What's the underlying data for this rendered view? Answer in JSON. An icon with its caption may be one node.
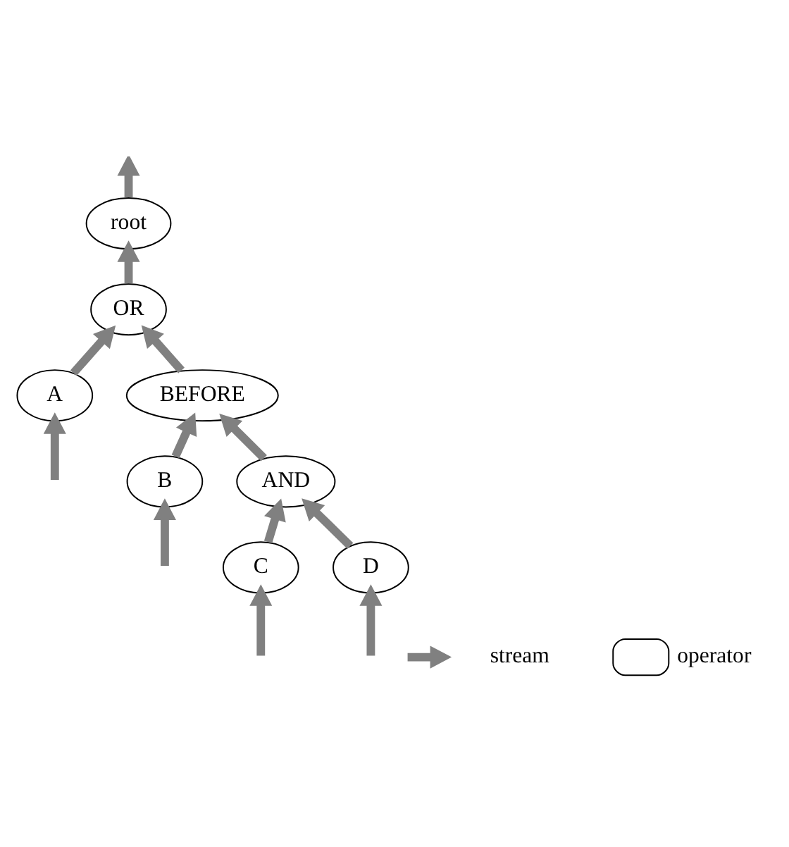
{
  "diagram": {
    "nodes": [
      {
        "text": [
          "root"
        ]
      },
      {
        "text": [
          "OR"
        ]
      },
      {
        "text": [
          "A"
        ]
      },
      {
        "text": [
          "BEFORE"
        ]
      },
      {
        "text": [
          "B"
        ]
      },
      {
        "text": [
          "AND"
        ]
      },
      {
        "text": [
          "C"
        ]
      },
      {
        "text": [
          "D"
        ]
      }
    ],
    "edges": [
      {
        "from": 0,
        "to": null,
        "arrow": "to"
      },
      {
        "from": 1,
        "to": 0,
        "arrow": "to"
      },
      {
        "from": 2,
        "to": 1,
        "arrow": "to"
      },
      {
        "from": 3,
        "to": 1,
        "arrow": "to"
      },
      {
        "from": null,
        "to": 2,
        "arrow": "to"
      },
      {
        "from": 4,
        "to": 3,
        "arrow": "to"
      },
      {
        "from": 5,
        "to": 3,
        "arrow": "to"
      },
      {
        "from": null,
        "to": 4,
        "arrow": "to"
      },
      {
        "from": 6,
        "to": 5,
        "arrow": "to"
      },
      {
        "from": 7,
        "to": 5,
        "arrow": "to"
      },
      {
        "from": null,
        "to": 6,
        "arrow": "to"
      },
      {
        "from": null,
        "to": 7,
        "arrow": "to"
      }
    ],
    "legend": [
      {
        "text": "stream"
      },
      {
        "text": "operator"
      }
    ]
  }
}
